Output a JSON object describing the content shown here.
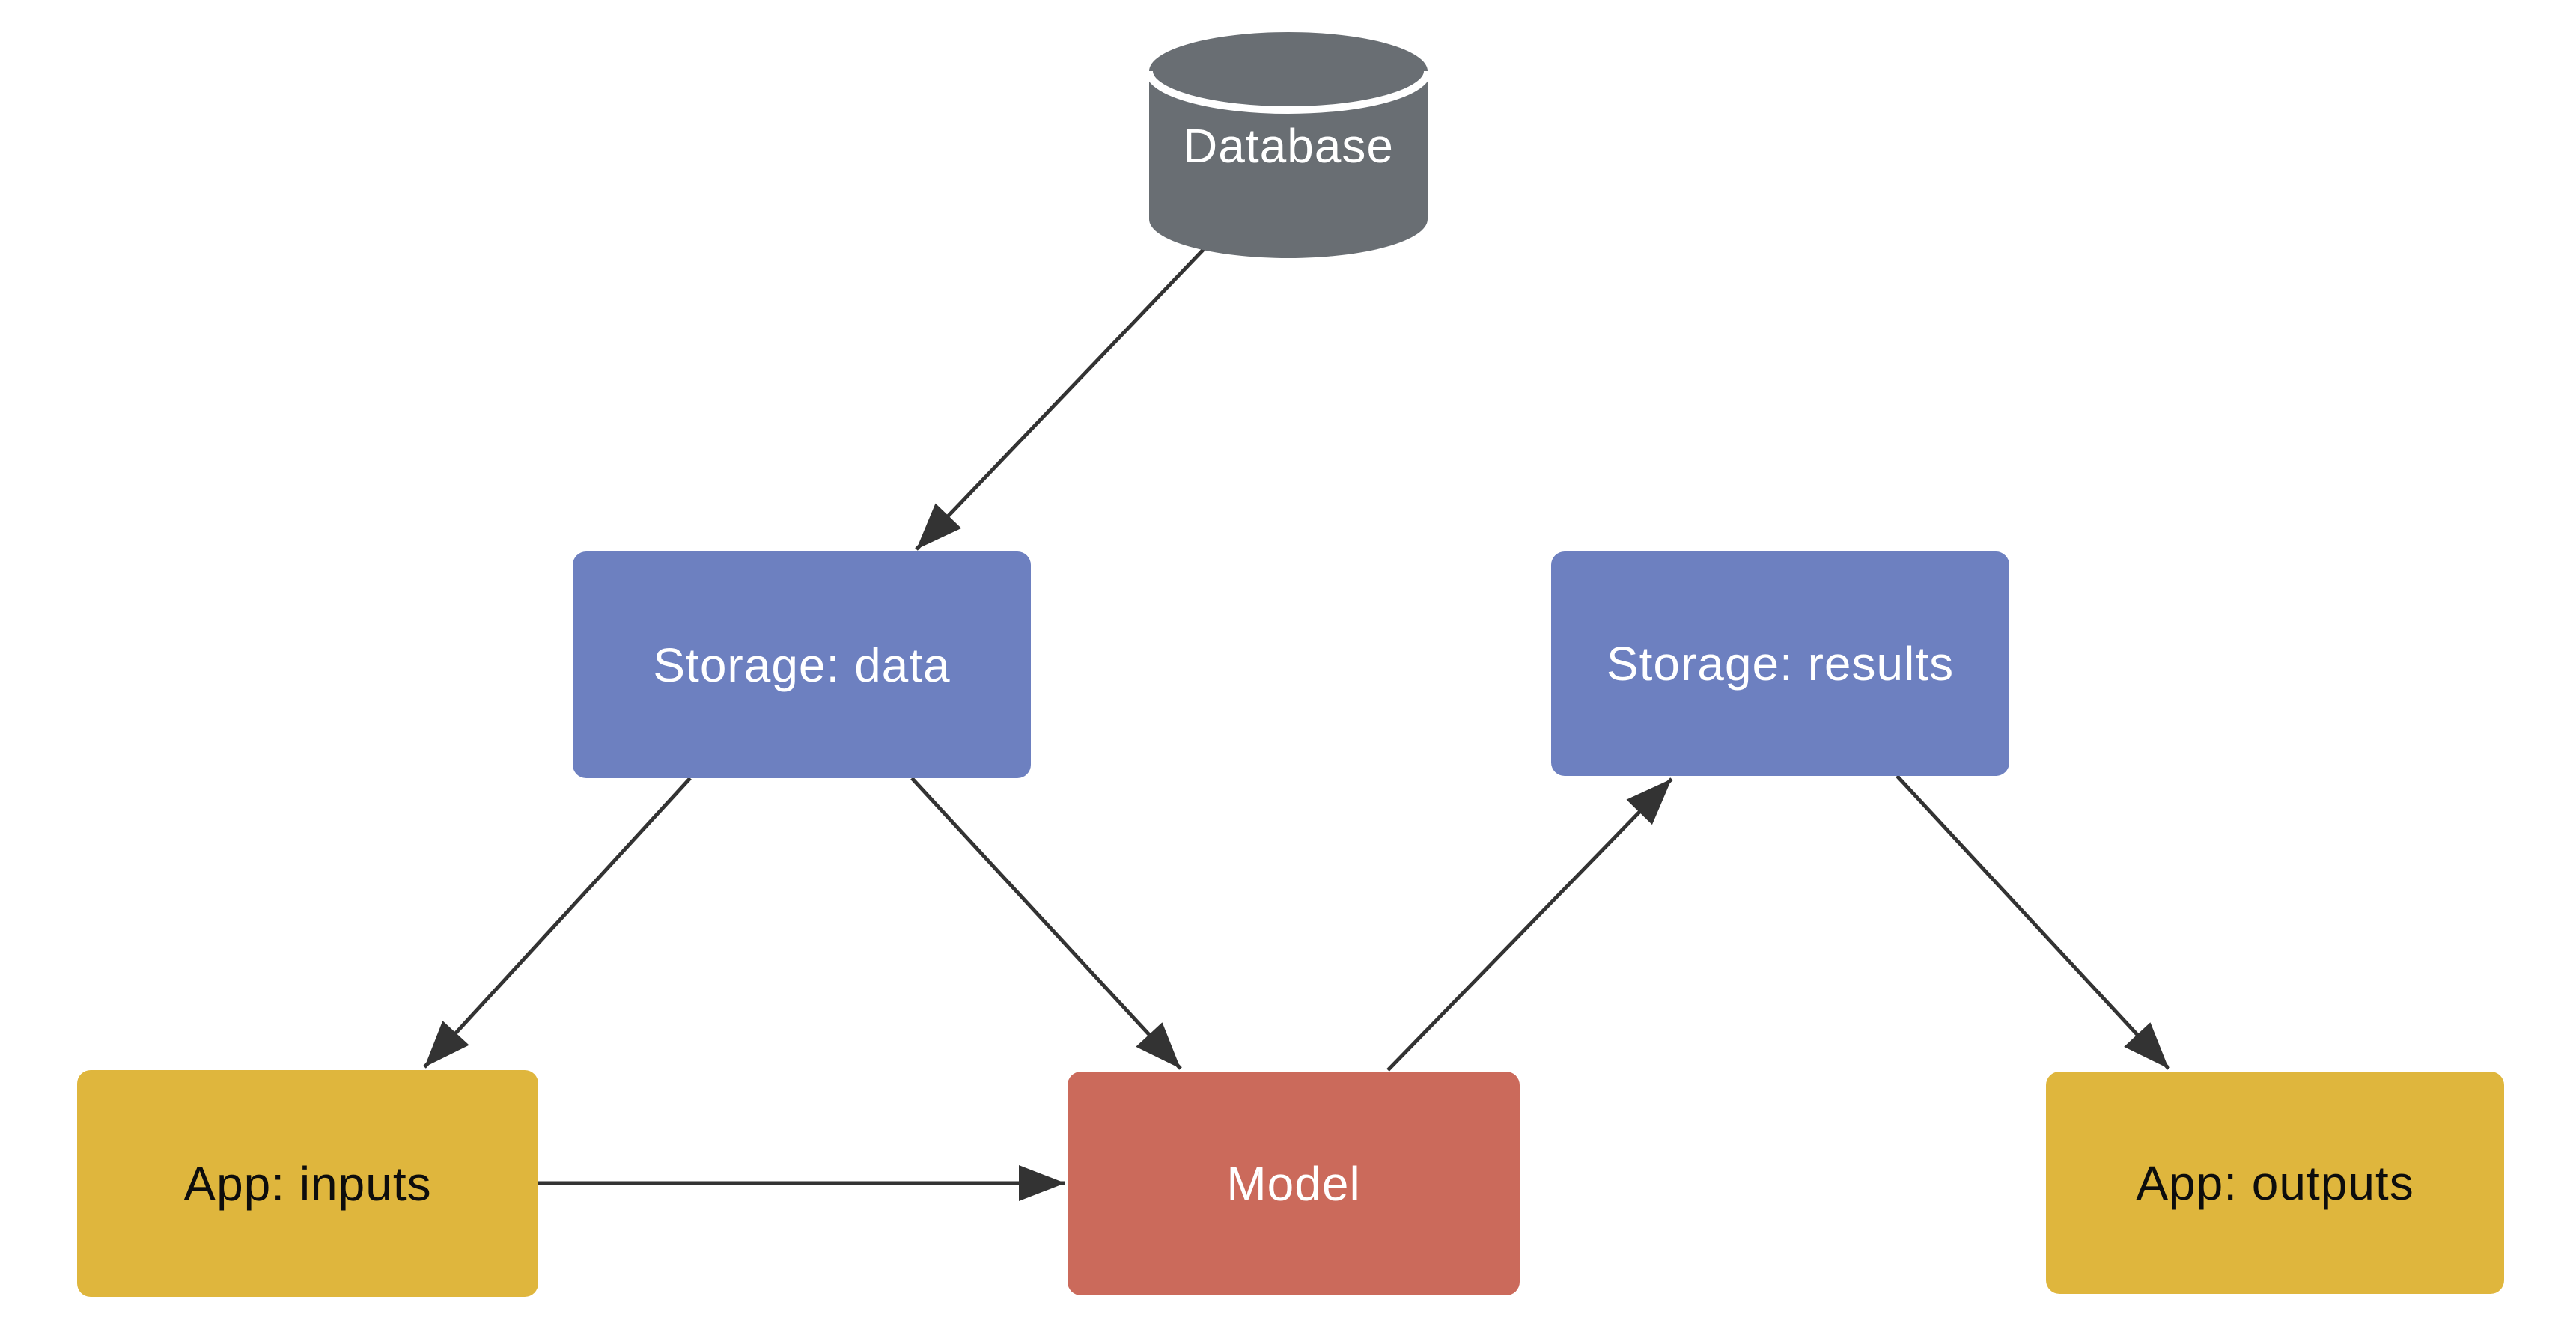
{
  "colors": {
    "background": "#ffffff",
    "node-gray": "#696e73",
    "node-blue": "#6d80c0",
    "node-red": "#cb6a5b",
    "node-yellow": "#dfb63d",
    "arrow": "#333333",
    "text-light": "#ffffff",
    "text-dark": "#0d0d0d"
  },
  "diagram": {
    "nodes": {
      "database": {
        "label": "Database",
        "shape": "cylinder",
        "fill": "#696e73",
        "text_color": "#ffffff"
      },
      "storage_data": {
        "label": "Storage: data",
        "shape": "rounded-rect",
        "fill": "#6d80c0",
        "text_color": "#ffffff"
      },
      "storage_results": {
        "label": "Storage: results",
        "shape": "rounded-rect",
        "fill": "#6d80c0",
        "text_color": "#ffffff"
      },
      "app_inputs": {
        "label": "App: inputs",
        "shape": "rounded-rect",
        "fill": "#dfb63d",
        "text_color": "#0d0d0d"
      },
      "model": {
        "label": "Model",
        "shape": "rounded-rect",
        "fill": "#cb6a5b",
        "text_color": "#ffffff"
      },
      "app_outputs": {
        "label": "App: outputs",
        "shape": "rounded-rect",
        "fill": "#dfb63d",
        "text_color": "#0d0d0d"
      }
    },
    "edges": [
      {
        "from": "database",
        "to": "storage_data"
      },
      {
        "from": "storage_data",
        "to": "app_inputs"
      },
      {
        "from": "storage_data",
        "to": "model"
      },
      {
        "from": "app_inputs",
        "to": "model"
      },
      {
        "from": "model",
        "to": "storage_results"
      },
      {
        "from": "storage_results",
        "to": "app_outputs"
      }
    ]
  }
}
